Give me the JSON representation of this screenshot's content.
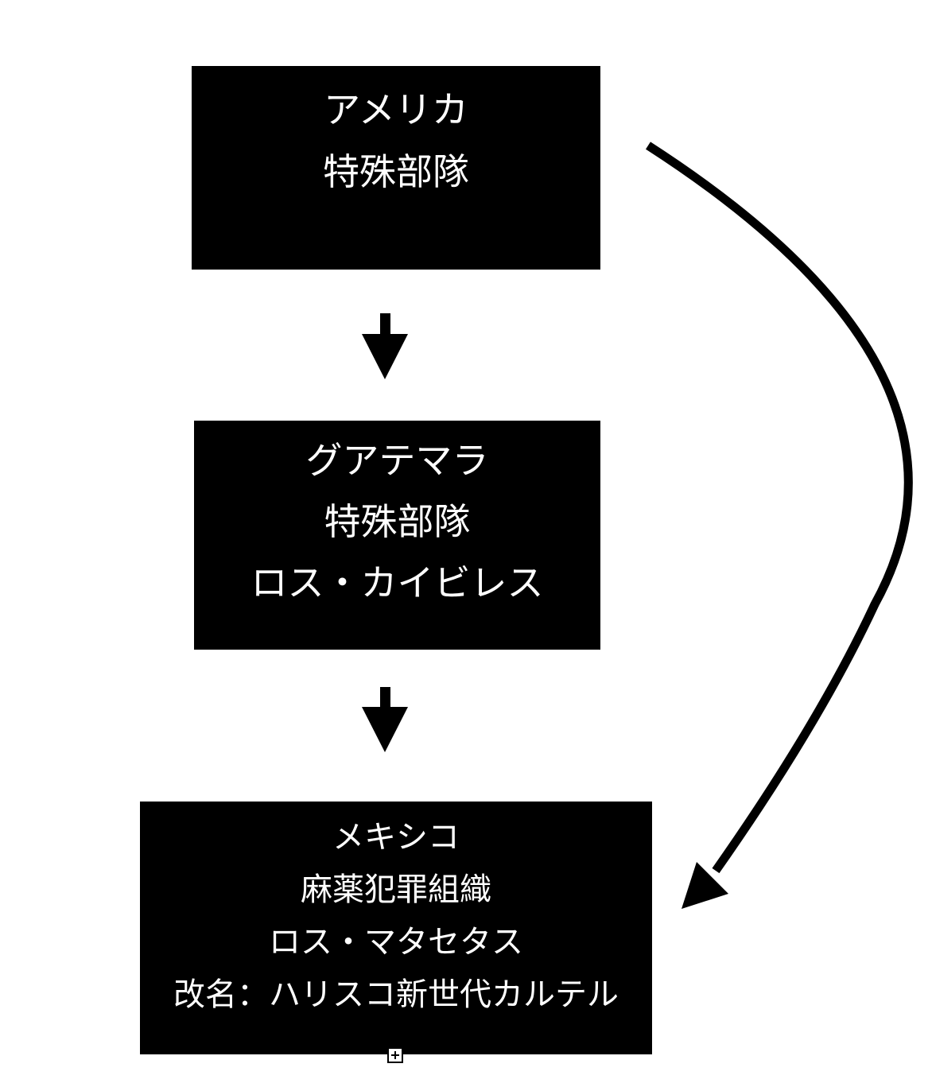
{
  "diagram": {
    "nodes": [
      {
        "id": "usa",
        "lines": [
          "アメリカ",
          "特殊部隊"
        ]
      },
      {
        "id": "guatemala",
        "lines": [
          "グアテマラ",
          "特殊部隊",
          "ロス・カイビレス"
        ]
      },
      {
        "id": "mexico",
        "lines": [
          "メキシコ",
          "麻薬犯罪組織",
          "ロス・マタセタス",
          "改名：ハリスコ新世代カルテル"
        ]
      }
    ],
    "edges": [
      {
        "from": "usa",
        "to": "guatemala",
        "style": "straight-down"
      },
      {
        "from": "guatemala",
        "to": "mexico",
        "style": "straight-down"
      },
      {
        "from": "usa",
        "to": "mexico",
        "style": "curved"
      }
    ],
    "colors": {
      "box": "#000000",
      "text": "#ffffff",
      "arrow": "#000000",
      "background": "#ffffff"
    },
    "handle_icon": "plus-square-icon"
  }
}
